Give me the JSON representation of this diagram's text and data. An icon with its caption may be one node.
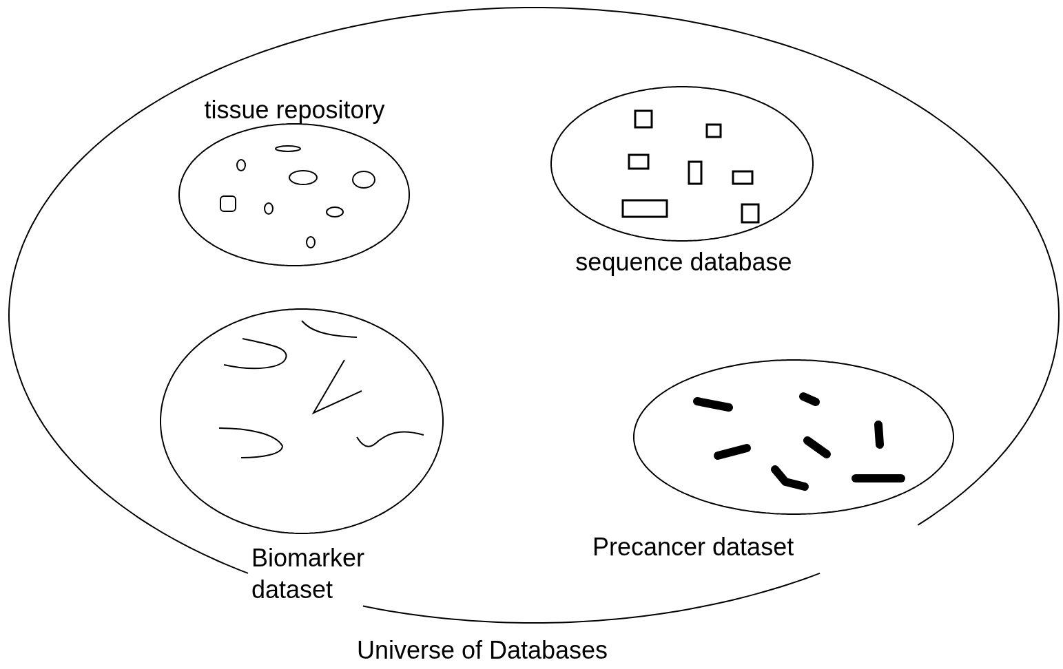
{
  "diagram": {
    "nodes": [
      {
        "text": [
          "Universe of Databases"
        ]
      },
      {
        "text": [
          "tissue repository"
        ],
        "in": 0
      },
      {
        "text": [
          "sequence database"
        ],
        "in": 0
      },
      {
        "text": [
          "Biomarker dataset"
        ],
        "in": 0
      },
      {
        "text": [
          "Precancer dataset"
        ],
        "in": 0
      }
    ]
  }
}
